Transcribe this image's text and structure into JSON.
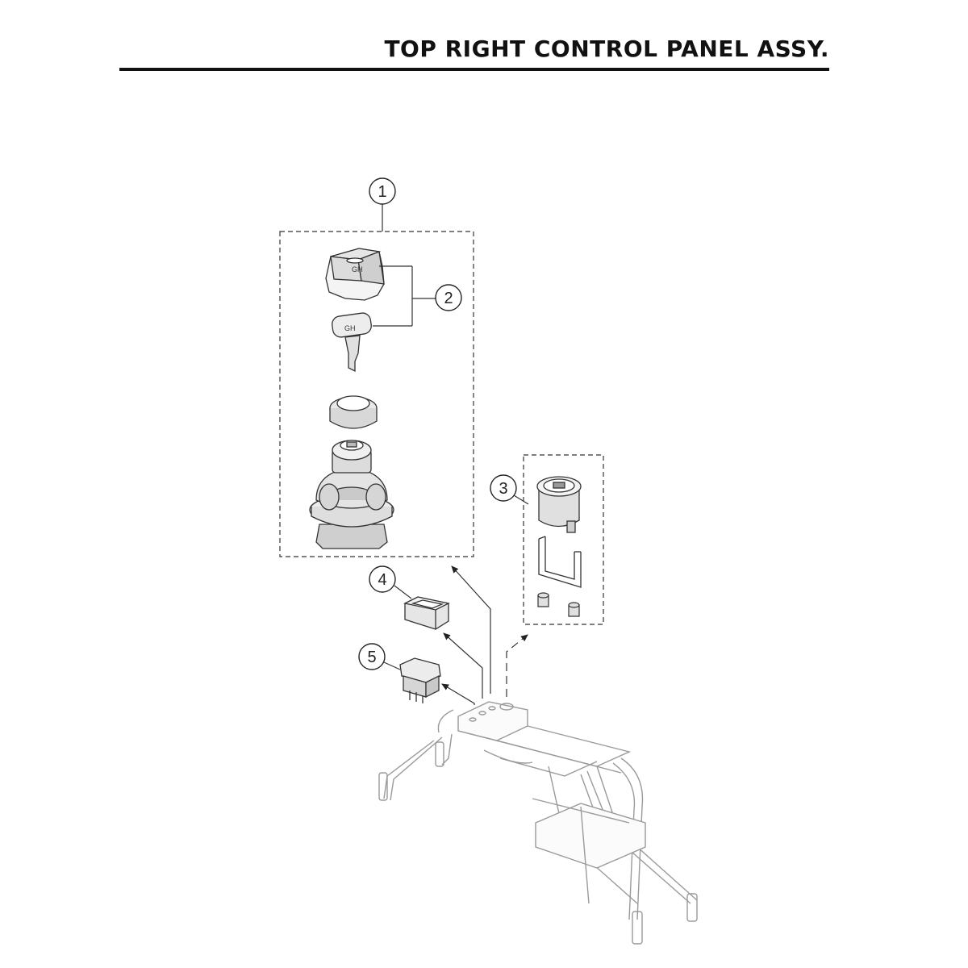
{
  "header": {
    "title": "TOP RIGHT CONTROL PANEL ASSY."
  },
  "callouts": [
    {
      "id": "1"
    },
    {
      "id": "2"
    },
    {
      "id": "3"
    },
    {
      "id": "4"
    },
    {
      "id": "5"
    }
  ]
}
